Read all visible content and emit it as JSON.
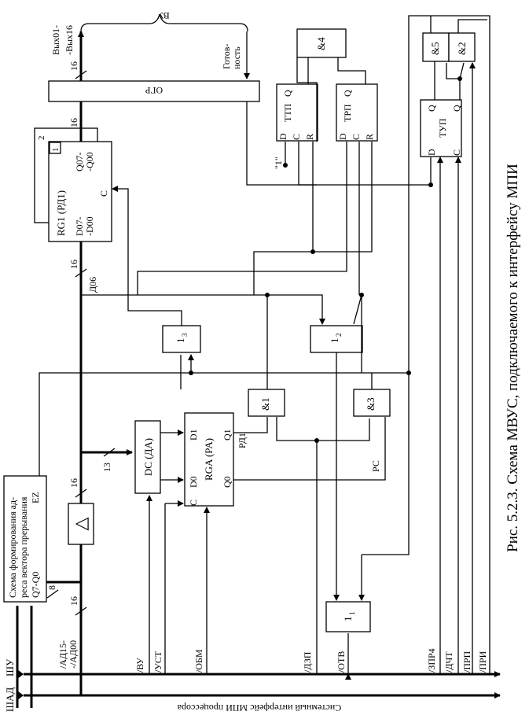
{
  "caption": "Рис. 5.2.3. Схема МВУС, подключаемого к интерфейсу МПИ",
  "bus": {
    "system_label": "Системный интерфейс МПИ процессора",
    "shad": "ШАД",
    "shu": "ШУ",
    "ad": "/АД15-",
    "ad2": "-/АД00",
    "w16": "16",
    "w8": "8",
    "w13": "13"
  },
  "signals": {
    "vu": "/ВУ",
    "ust": "/УСТ",
    "obm": "/ОБМ",
    "dzp": "/ДЗП",
    "otv": "/ОТВ",
    "zpr4": "/ЗПР4",
    "dcht": "/ДЧТ",
    "prp": "/ПРП",
    "pri": "/ПРИ"
  },
  "blocks": {
    "vector_l1": "Схема формирования ад-",
    "vector_l2": "реса вектора прерывания",
    "vector_q": "Q7-Q0",
    "vector_ez": "EZ",
    "buffer_symbol": "△",
    "dc": "DC (ДА)",
    "rga": "RGA (PA)",
    "rga_d1": "D1",
    "rga_d0": "D0",
    "rga_q1": "Q1",
    "rga_q0": "Q0",
    "rga_c": "C",
    "rg1": "RG1 (РД1)",
    "rg1_d": "D07-",
    "rg1_d2": "-D00",
    "rg1_q": "Q07-",
    "rg1_q2": "-Q00",
    "rg1_c": "C",
    "rg1_n1": "1",
    "rg1_n2": "2",
    "ogr": "ОГР",
    "gotov": "Готов-",
    "gotov2": "ность",
    "vyh": "Вых01-",
    "vyh2": "-Вых16",
    "vu_brace": "ВУ",
    "ttp": "ТТП",
    "trp": "ТРП",
    "tup": "ТУП",
    "trig_d": "D",
    "trig_c": "C",
    "trig_r": "R",
    "trig_q": "Q",
    "one": "\"1\"",
    "and1": "&1",
    "and2": "&2",
    "and3": "&3",
    "and4": "&4",
    "and5": "&5",
    "or1": "1",
    "or1_sub": "1",
    "or2": "1",
    "or2_sub": "2",
    "or3": "1",
    "or3_sub": "3"
  },
  "wire_labels": {
    "d06": "Д06",
    "rdl": "РД1",
    "rs": "РС"
  }
}
